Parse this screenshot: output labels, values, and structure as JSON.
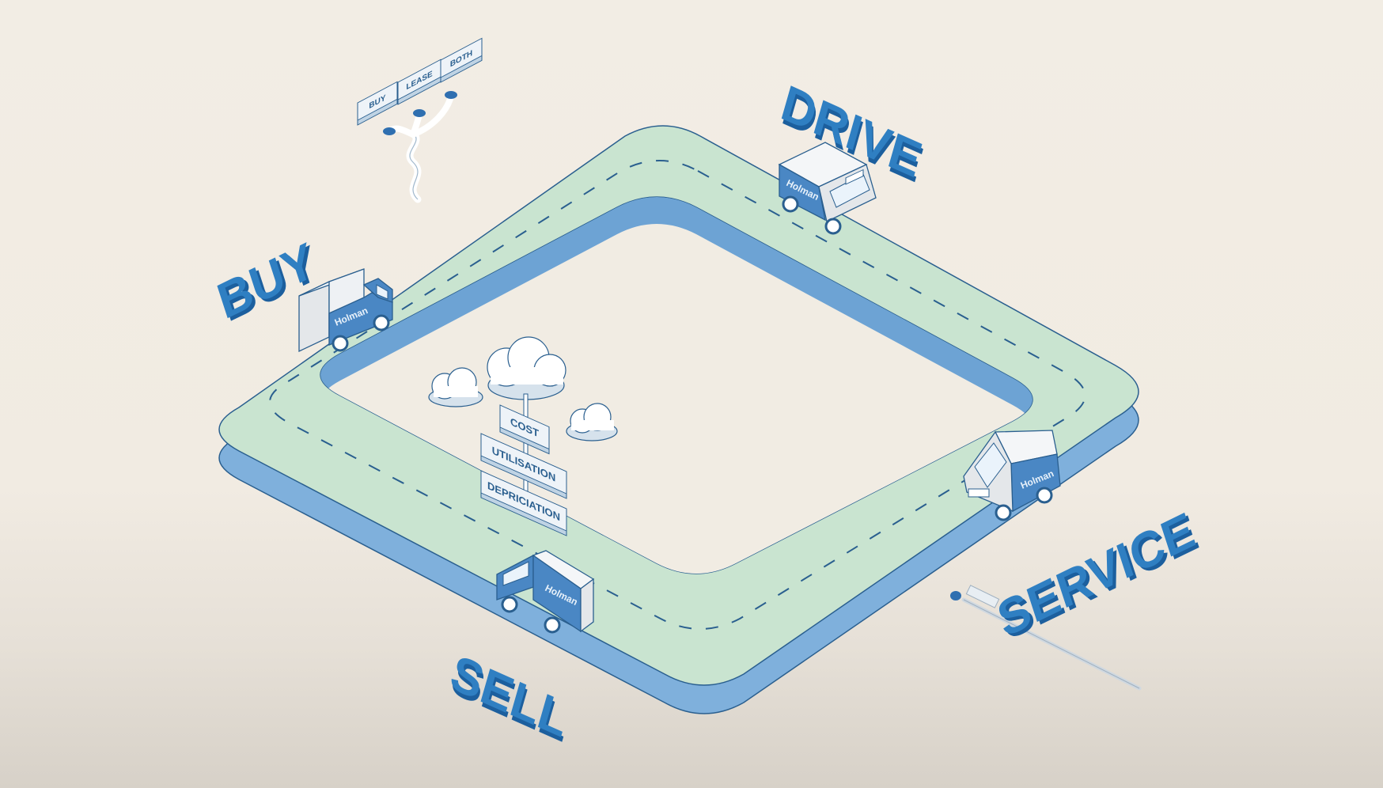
{
  "stages": {
    "buy": "BUY",
    "drive": "DRIVE",
    "service": "SERVICE",
    "sell": "SELL"
  },
  "decision_signs": [
    "BUY",
    "LEASE",
    "BOTH"
  ],
  "factor_signs": [
    "COST",
    "UTILISATION",
    "DEPRICIATION"
  ],
  "van_brand": "Holman",
  "colors": {
    "background": "#f2ede4",
    "road_surface": "#c9e4d0",
    "road_side": "#8fb8de",
    "label_blue": "#2f7fc2",
    "outline": "#2a5f8f"
  }
}
